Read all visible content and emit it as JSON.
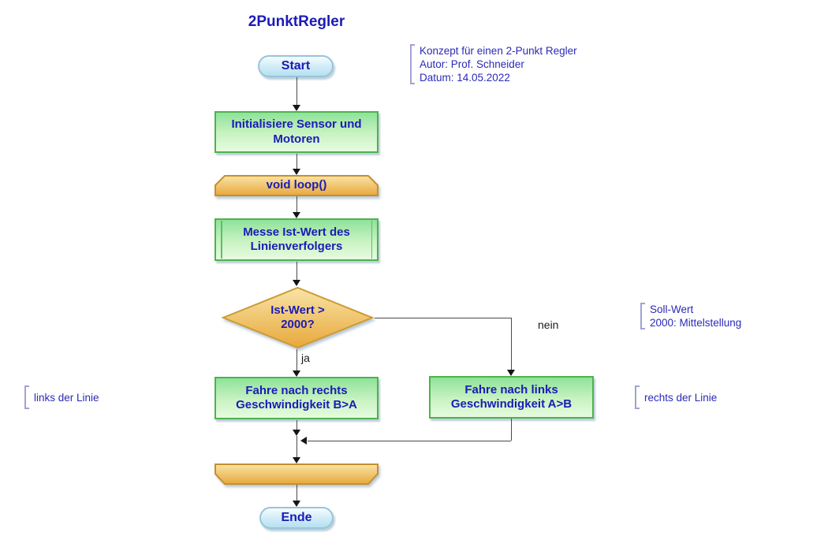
{
  "title": "2PunktRegler",
  "nodes": {
    "start": "Start",
    "init": "Initialisiere Sensor und Motoren",
    "loop_start": "void loop()",
    "measure": "Messe Ist-Wert des Linienverfolgers",
    "decision": "Ist-Wert > 2000?",
    "drive_right": "Fahre nach rechts Geschwindigkeit B>A",
    "drive_left": "Fahre nach links Geschwindigkeit A>B",
    "ende": "Ende"
  },
  "branch_labels": {
    "yes": "ja",
    "no": "nein"
  },
  "comments": {
    "project": {
      "lines": [
        "Konzept für einen 2-Punkt Regler",
        "Autor: Prof. Schneider",
        "Datum: 14.05.2022"
      ]
    },
    "sollwert": {
      "lines": [
        "Soll-Wert",
        "2000: Mittelstellung"
      ]
    },
    "left_line": "links der Linie",
    "right_line": "rechts der Linie"
  },
  "palette": {
    "node_text_blue": "#1b1bb5",
    "comment_blue": "#2a2ab8",
    "comment_bracket": "#a2a2d6",
    "green_border": "#4db34d",
    "green_fill_top": "#8fe29a",
    "green_fill_bottom": "#e6fbdf",
    "orange_border": "#c78f2e",
    "orange_fill_top": "#f8e4a6",
    "orange_fill_bottom": "#e8a83c",
    "terminal_border": "#96c5d9",
    "terminal_fill_top": "#f6fcfe",
    "terminal_fill_bottom": "#b5e0f0",
    "connector_gray": "#4a4a4a"
  }
}
